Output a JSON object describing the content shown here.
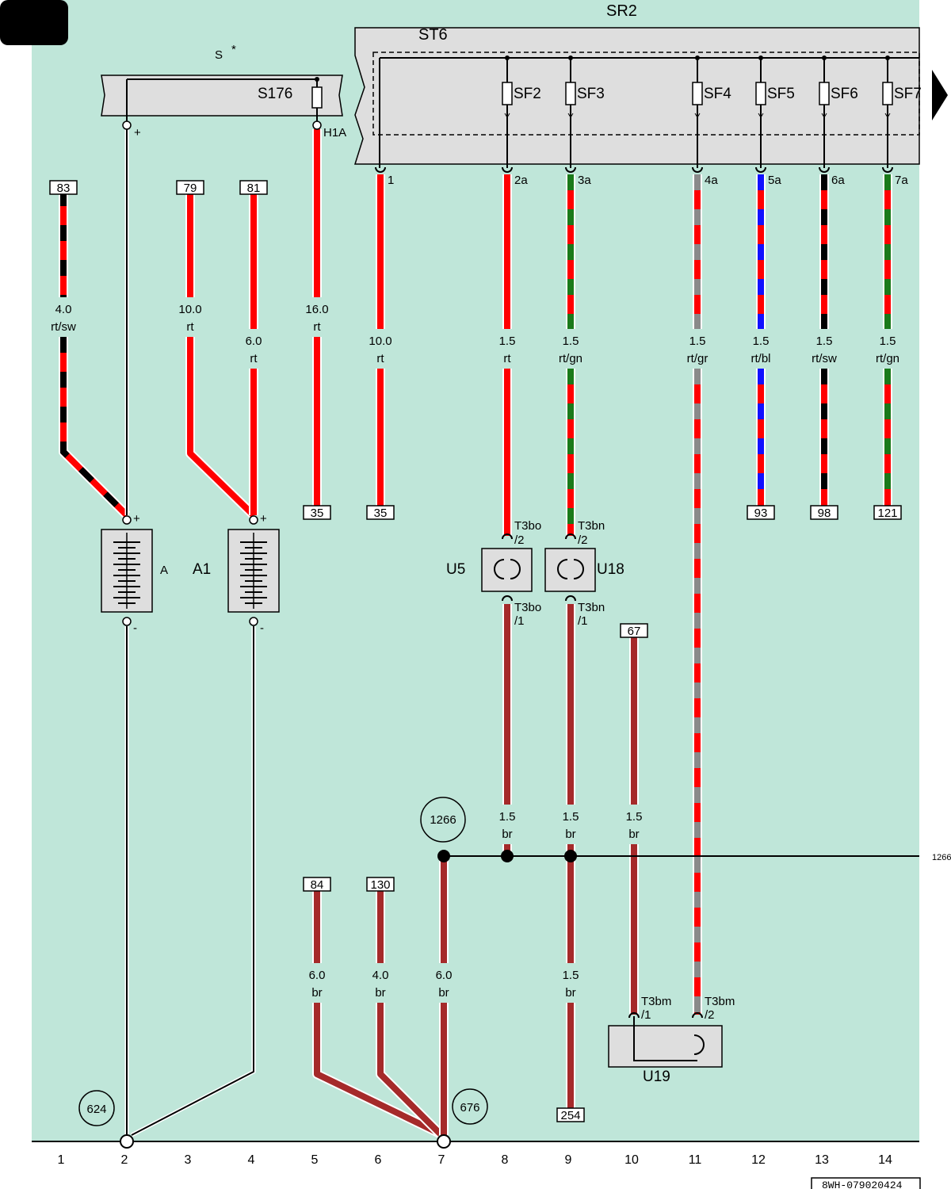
{
  "diagram": {
    "colors": {
      "background": "#bfe6d9",
      "rt": "#ff0000",
      "sw": "#000000",
      "gn": "#1a7a1a",
      "bl": "#1010ff",
      "gr": "#8a8a8a",
      "br": "#a52a2a",
      "box_fill": "#dedede"
    },
    "labels": {
      "sr": "SR2",
      "st": "ST6",
      "s": "S",
      "star": "*",
      "s176": "S176",
      "h1a": "H1A",
      "sf": [
        "SF2",
        "SF3",
        "SF4",
        "SF5",
        "SF6",
        "SF7"
      ],
      "pins": [
        "1",
        "2a",
        "3a",
        "4a",
        "5a",
        "6a",
        "7a"
      ],
      "plus": "+",
      "minus": "-",
      "a": "A",
      "a1": "A1",
      "u5": "U5",
      "u18": "U18",
      "u19": "U19",
      "t3bo_2": "T3bo",
      "t3bo_2b": "/2",
      "t3bn_2": "T3bn",
      "t3bn_2b": "/2",
      "t3bo_1": "T3bo",
      "t3bo_1b": "/1",
      "t3bn_1": "T3bn",
      "t3bn_1b": "/1",
      "t3bm_1": "T3bm",
      "t3bm_1b": "/1",
      "t3bm_2": "T3bm",
      "t3bm_2b": "/2",
      "ground_1266": "1266",
      "ground_624": "624",
      "ground_676": "676",
      "edge_1266": "1266",
      "doc_id": "8WH-079020424"
    },
    "refs": [
      "83",
      "79",
      "81",
      "35",
      "35",
      "93",
      "98",
      "121",
      "67",
      "84",
      "130",
      "254"
    ],
    "wires": [
      {
        "size": "4.0",
        "color": "rt/sw"
      },
      {
        "size": "10.0",
        "color": "rt"
      },
      {
        "size": "6.0",
        "color": "rt"
      },
      {
        "size": "16.0",
        "color": "rt"
      },
      {
        "size": "10.0",
        "color": "rt"
      },
      {
        "size": "1.5",
        "color": "rt"
      },
      {
        "size": "1.5",
        "color": "rt/gn"
      },
      {
        "size": "1.5",
        "color": "rt/gr"
      },
      {
        "size": "1.5",
        "color": "rt/bl"
      },
      {
        "size": "1.5",
        "color": "rt/sw"
      },
      {
        "size": "1.5",
        "color": "rt/gn"
      },
      {
        "size": "1.5",
        "color": "br"
      },
      {
        "size": "1.5",
        "color": "br"
      },
      {
        "size": "1.5",
        "color": "br"
      },
      {
        "size": "6.0",
        "color": "br"
      },
      {
        "size": "4.0",
        "color": "br"
      },
      {
        "size": "6.0",
        "color": "br"
      },
      {
        "size": "1.5",
        "color": "br"
      }
    ],
    "columns": [
      "1",
      "2",
      "3",
      "4",
      "5",
      "6",
      "7",
      "8",
      "9",
      "10",
      "11",
      "12",
      "13",
      "14"
    ]
  }
}
